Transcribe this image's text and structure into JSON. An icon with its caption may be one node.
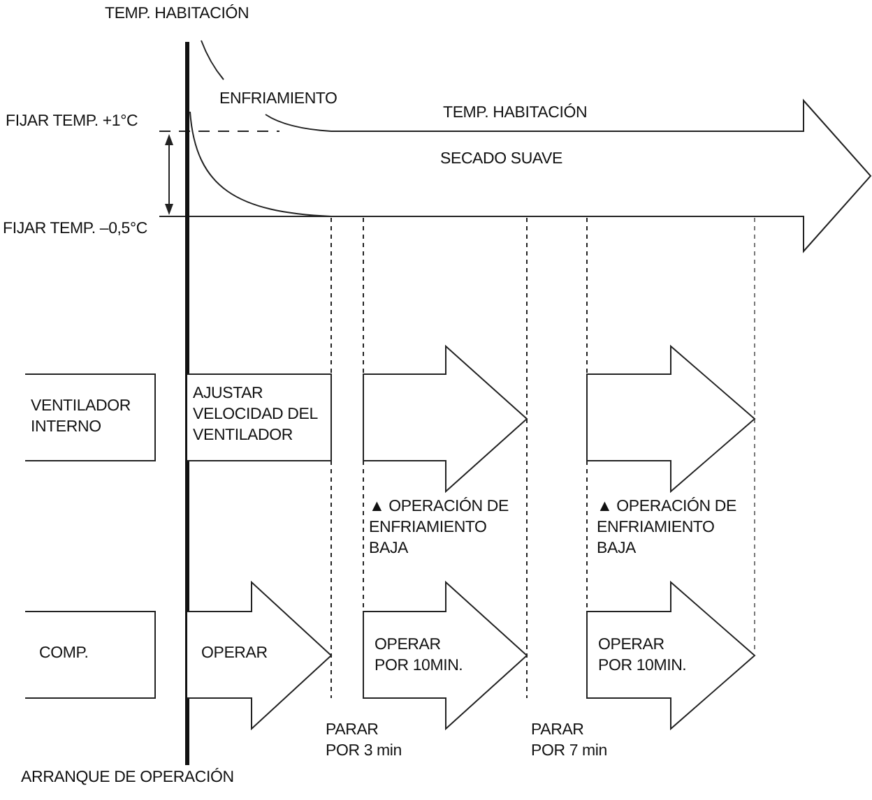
{
  "diagram": {
    "nodes": [
      {
        "text": [
          "TEMP. HABITACIÓN",
          "SECADO SUAVE"
        ]
      },
      {
        "text": [
          "VENTILADOR INTERNO"
        ]
      },
      {
        "text": [
          "AJUSTAR VELOCIDAD DEL VENTILADOR"
        ]
      },
      {
        "text": [],
        "shape": "arrow"
      },
      {
        "text": [],
        "shape": "arrow"
      },
      {
        "text": [
          "COMP."
        ]
      },
      {
        "text": [
          "OPERAR"
        ]
      },
      {
        "text": [
          "OPERAR POR 10MIN."
        ]
      },
      {
        "text": [
          "OPERAR POR 10MIN."
        ]
      }
    ],
    "edges": [],
    "labels": [
      "TEMP. HABITACIÓN",
      "ENFRIAMIENTO",
      "FIJAR TEMP. +1°C",
      "FIJAR TEMP. –0,5°C",
      "▲ OPERACIÓN DE ENFRIAMIENTO BAJA",
      "▲ OPERACIÓN DE ENFRIAMIENTO BAJA",
      "PARAR POR 3 min",
      "PARAR POR 7 min",
      "ARRANQUE DE OPERACIÓN"
    ]
  }
}
